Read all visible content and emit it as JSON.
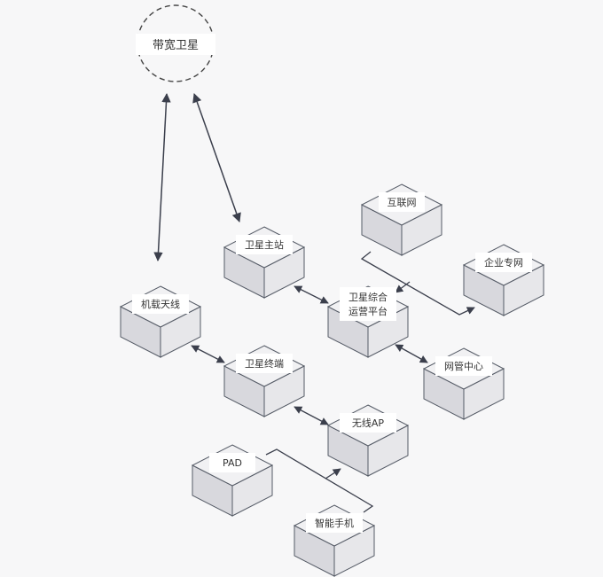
{
  "satellite": {
    "label": "带宽卫星"
  },
  "nodes": [
    {
      "id": "internet",
      "label": "互联网"
    },
    {
      "id": "ground-station",
      "label": "卫星主站"
    },
    {
      "id": "enterprise-network",
      "label": "企业专网"
    },
    {
      "id": "airborne-antenna",
      "label": "机载天线",
      "highlight": true
    },
    {
      "id": "ops-platform",
      "lines": [
        "卫星综合",
        "运营平台"
      ]
    },
    {
      "id": "satellite-terminal",
      "label": "卫星终端"
    },
    {
      "id": "network-center",
      "label": "网管中心"
    },
    {
      "id": "wireless-ap",
      "label": "无线AP"
    },
    {
      "id": "pad",
      "label": "PAD"
    },
    {
      "id": "smartphone",
      "label": "智能手机"
    }
  ],
  "colors": {
    "background": "#f7f7f8",
    "box_top": "#f1f1f3",
    "box_left": "#d8d8dd",
    "box_right": "#e7e7ea",
    "box_edge": "#555b66",
    "arrow": "#3b3f4c",
    "label_text": "#333333",
    "highlight_text": "#e8763a"
  }
}
